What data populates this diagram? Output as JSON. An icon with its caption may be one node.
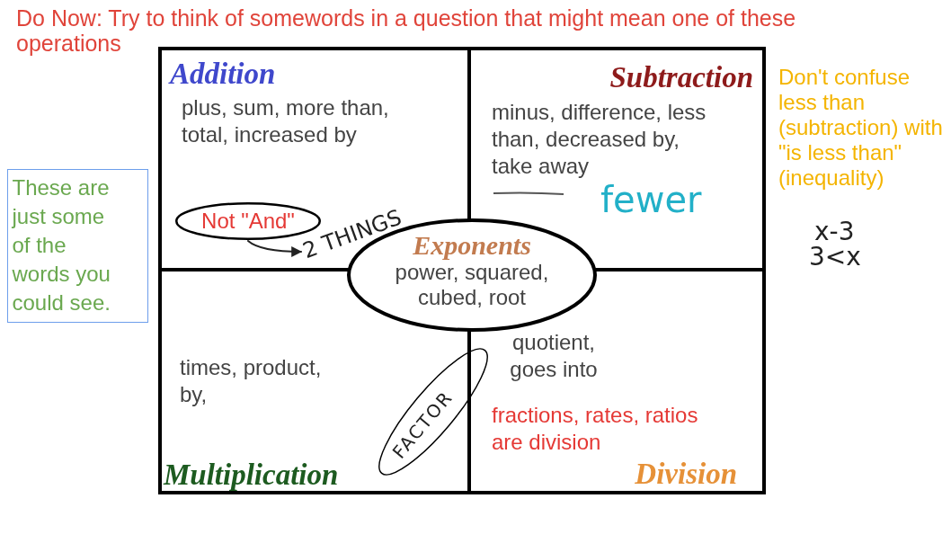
{
  "diagram": {
    "title": "Do Now: Try to think of somewords in a question that might mean one of these operations",
    "nodes": [
      {
        "text": [
          "Addition",
          "plus, sum, more than, total, increased by"
        ]
      },
      {
        "text": [
          "Not \"And\""
        ],
        "in": 0
      },
      {
        "text": [
          "2 THINGS"
        ],
        "in": 0
      },
      {
        "text": [
          "Subtraction",
          "minus, difference, less than, decreased by, take away",
          "fewer"
        ],
        "beside": [
          "Don't confuse less than (subtraction) with \"is less than\" (inequality)"
        ]
      },
      {
        "text": [
          "These are just some of the words you could see."
        ]
      },
      {
        "text": [
          "Exponents",
          "power, squared, cubed, root"
        ]
      },
      {
        "text": [
          "times, product, by,",
          "Multiplication"
        ]
      },
      {
        "text": [
          "FACTOR"
        ]
      },
      {
        "text": [
          "quotient, goes into",
          "fractions, rates, ratios are division",
          "Division"
        ]
      }
    ],
    "edges": [
      {
        "from": 1,
        "to": 2,
        "arrow": "to"
      }
    ],
    "labels": [
      "x-3",
      "3<x"
    ]
  }
}
